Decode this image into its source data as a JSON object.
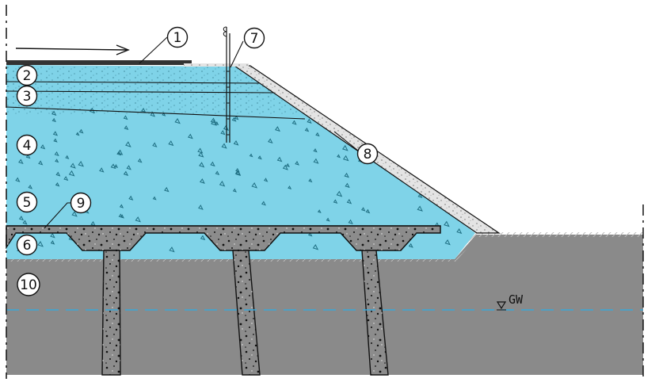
{
  "labels": [
    {
      "id": "1",
      "text": "1"
    },
    {
      "id": "2",
      "text": "2"
    },
    {
      "id": "3",
      "text": "3"
    },
    {
      "id": "4",
      "text": "4"
    },
    {
      "id": "5",
      "text": "5"
    },
    {
      "id": "6",
      "text": "6"
    },
    {
      "id": "7",
      "text": "7"
    },
    {
      "id": "8",
      "text": "8"
    },
    {
      "id": "9",
      "text": "9"
    },
    {
      "id": "10",
      "text": "10"
    }
  ],
  "groundwater": {
    "text": "GW"
  },
  "colors": {
    "fill_blue": "#7fd3e8",
    "soil_grey": "#8a8a8a",
    "concrete_grey": "#8c8c8c",
    "slope_protection": "#e6e6e6",
    "surface_dark": "#333333",
    "groundwater_line": "#3aa7d8",
    "outline": "#111111"
  }
}
